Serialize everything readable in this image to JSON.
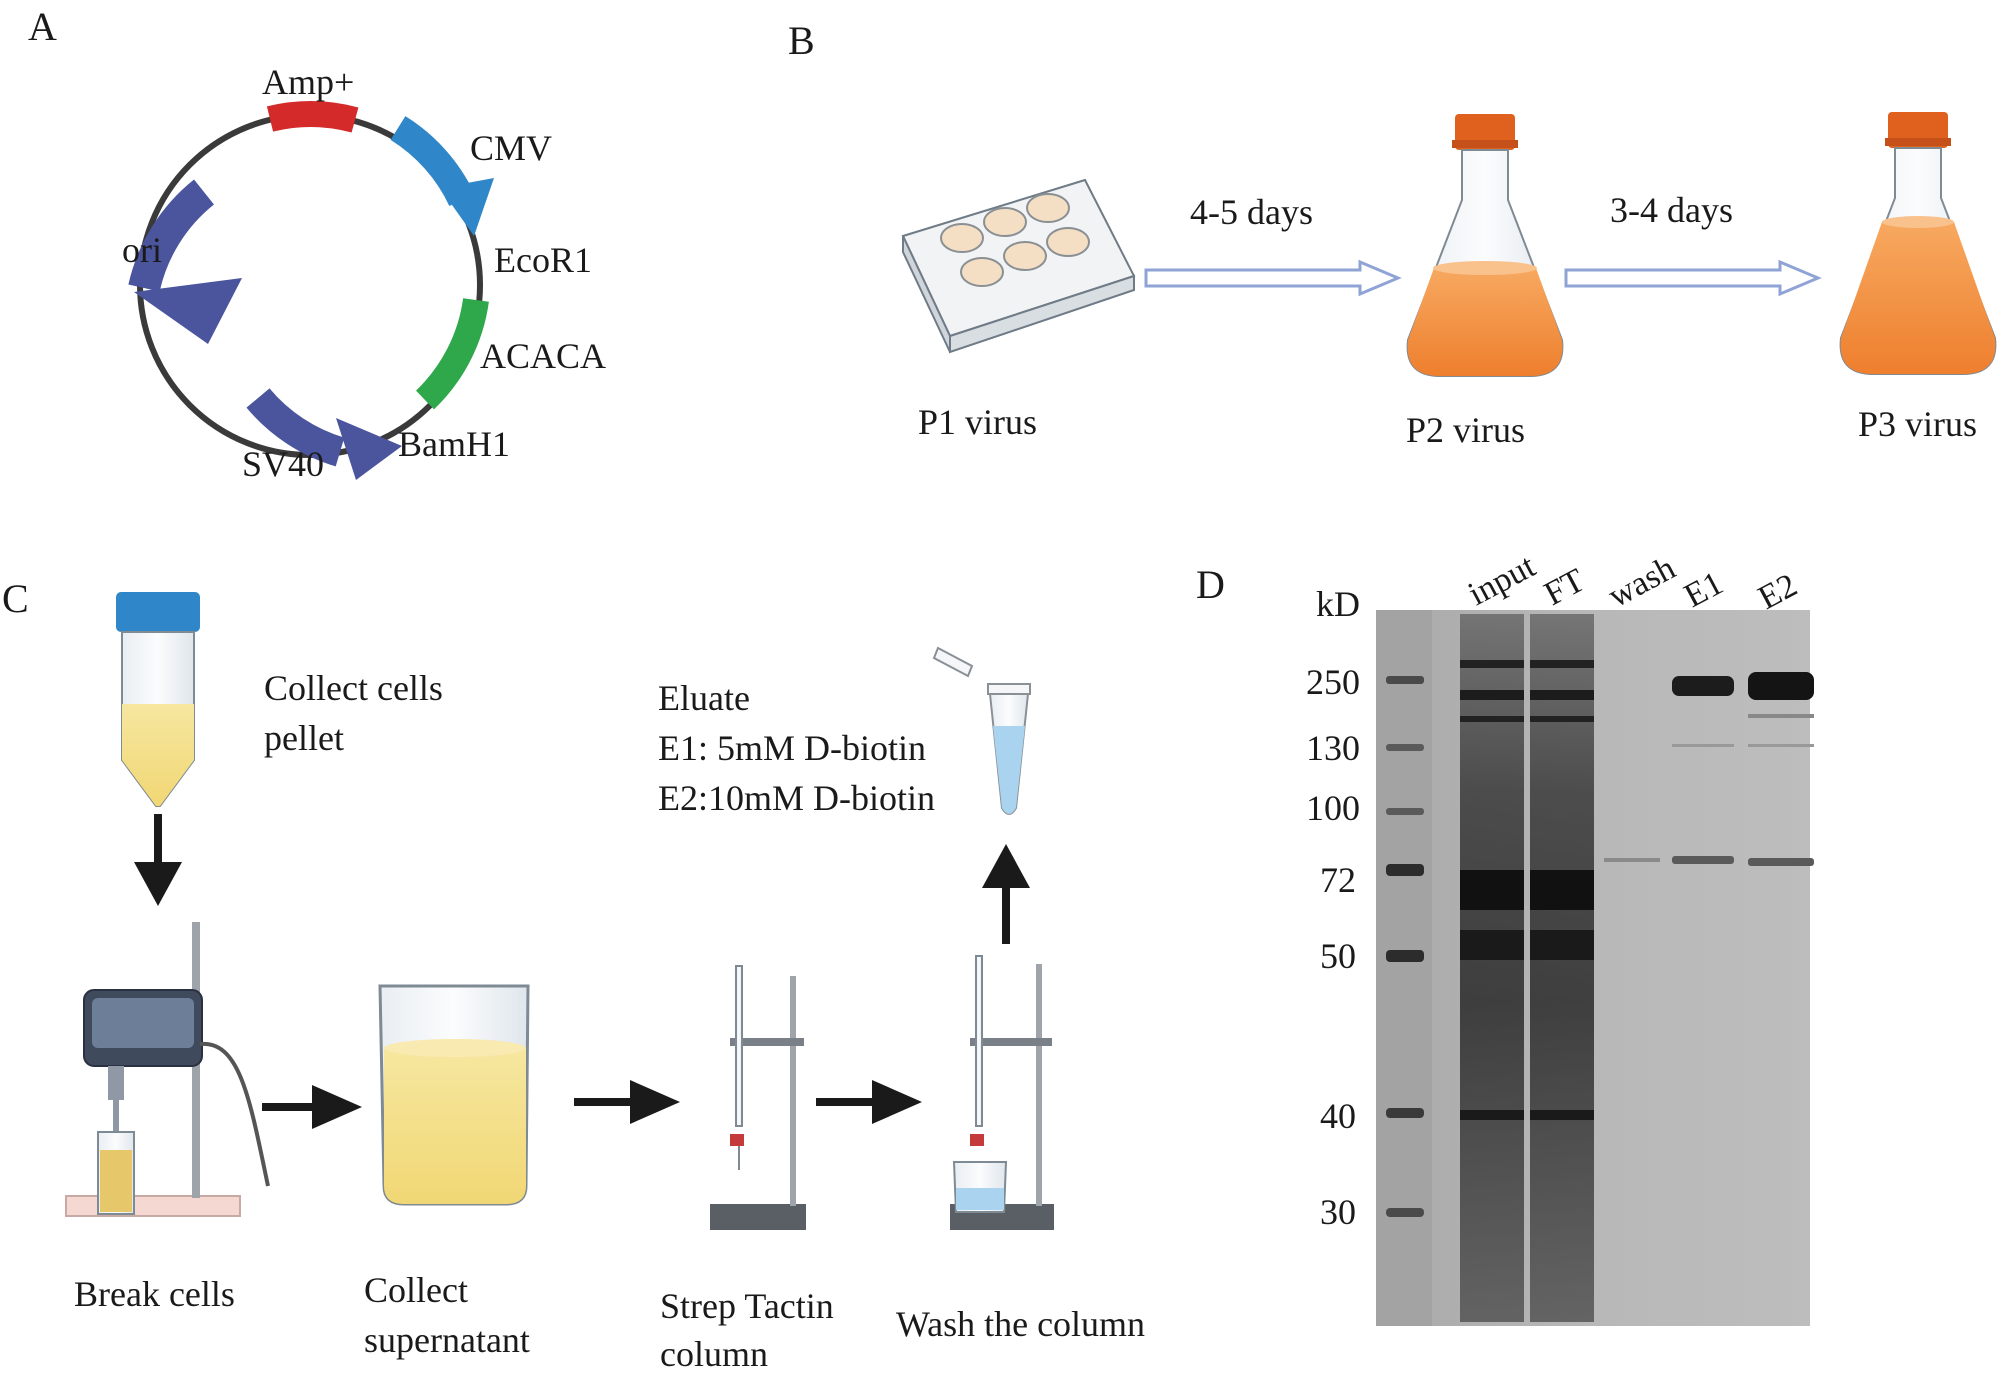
{
  "panels": {
    "a": {
      "letter": "A",
      "labels": {
        "amp": "Amp+",
        "cmv": "CMV",
        "ecor1": "EcoR1",
        "acaca": "ACACA",
        "bamh1": "BamH1",
        "sv40": "SV40",
        "ori": "ori"
      },
      "colors": {
        "amp": "#d42a2a",
        "cmv": "#2f86c8",
        "acaca": "#2ea84a",
        "sv40": "#4a559e",
        "ori": "#4a559e",
        "backbone": "#3a3a3a"
      }
    },
    "b": {
      "letter": "B",
      "steps": [
        {
          "label": "P1 virus"
        },
        {
          "label": "P2 virus"
        },
        {
          "label": "P3 virus"
        }
      ],
      "arrows": [
        {
          "label": "4-5 days"
        },
        {
          "label": "3-4 days"
        }
      ],
      "colors": {
        "arrow": "#8fa3d6",
        "liquid": "#f08a3a",
        "cap": "#e0601e"
      }
    },
    "c": {
      "letter": "C",
      "collect_line1": "Collect cells",
      "collect_line2": "pellet",
      "eluate": {
        "title": "Eluate",
        "e1": "E1: 5mM D-biotin",
        "e2": "E2:10mM D-biotin"
      },
      "steps": [
        {
          "line1": "Break cells",
          "line2": ""
        },
        {
          "line1": "Collect",
          "line2": "supernatant"
        },
        {
          "line1": "Strep Tactin",
          "line2": "column"
        },
        {
          "line1": "Wash the column",
          "line2": ""
        }
      ],
      "colors": {
        "supernatant": "#f5e08a",
        "tube_cap": "#2f86c8",
        "eluate_liquid": "#a9d3ee"
      }
    },
    "d": {
      "letter": "D",
      "unit_label": "kD",
      "lanes": [
        "input",
        "FT",
        "wash",
        "E1",
        "E2"
      ],
      "markers": [
        "250",
        "130",
        "100",
        "72",
        "50",
        "40",
        "30"
      ],
      "colors": {
        "gel_background": "#b3b3b3",
        "band": "#1c1c1c"
      }
    }
  }
}
